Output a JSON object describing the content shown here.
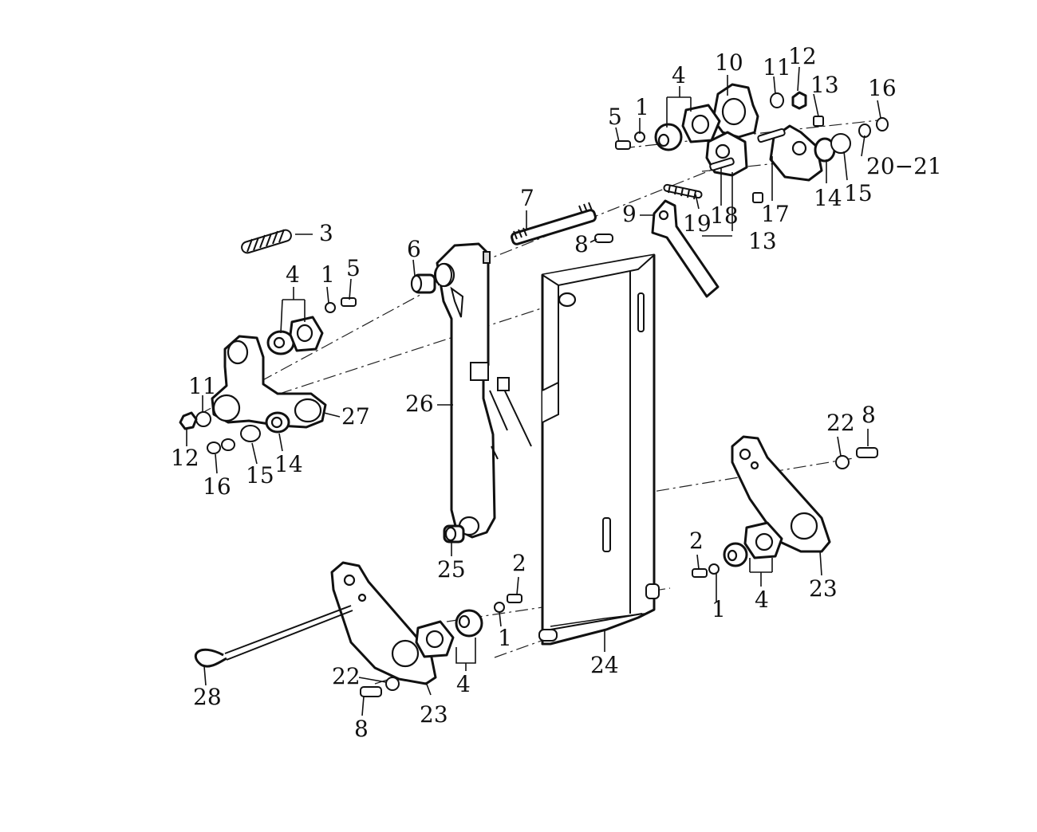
{
  "callouts": {
    "c1_a": "1",
    "c1_b": "1",
    "c1_c": "1",
    "c1_d": "1",
    "c2_a": "2",
    "c2_b": "2",
    "c3": "3",
    "c4_a": "4",
    "c4_b": "4",
    "c4_c": "4",
    "c4_d": "4",
    "c5_a": "5",
    "c5_b": "5",
    "c6": "6",
    "c7": "7",
    "c8_a": "8",
    "c8_b": "8",
    "c8_c": "8",
    "c9": "9",
    "c10": "10",
    "c11_a": "11",
    "c11_b": "11",
    "c12_a": "12",
    "c12_b": "12",
    "c13_a": "13",
    "c13_b": "13",
    "c14_a": "14",
    "c14_b": "14",
    "c15_a": "15",
    "c15_b": "15",
    "c16_a": "16",
    "c16_b": "16",
    "c17": "17",
    "c18": "18",
    "c19": "19",
    "c20_21": "20−21",
    "c22_a": "22",
    "c22_b": "22",
    "c23_a": "23",
    "c23_b": "23",
    "c24": "24",
    "c25": "25",
    "c26": "26",
    "c27": "27",
    "c28": "28"
  }
}
